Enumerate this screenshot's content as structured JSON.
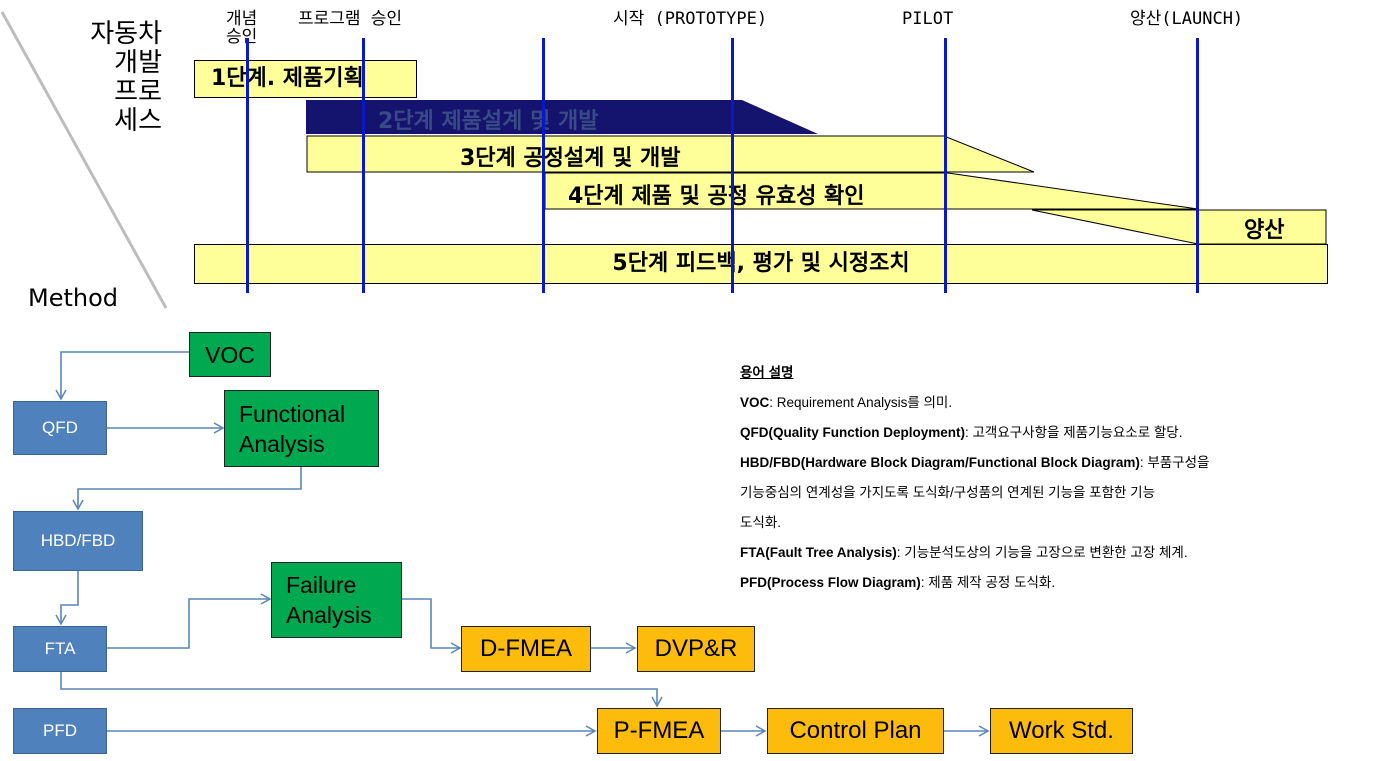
{
  "side_title": [
    "자동차",
    "개발",
    "프로",
    "세스"
  ],
  "milestones": {
    "concept": "개념\n승인",
    "program": "프로그램 승인",
    "prototype": "시작 (PROTOTYPE)",
    "pilot": "PILOT",
    "launch": "양산(LAUNCH)"
  },
  "phases": {
    "p1": "1단계. 제품기획",
    "p2": "2단계 제품설계 및 개발",
    "p3": "3단계 공정설계 및 개발",
    "p4": "4단계 제품 및 공정 유효성 확인",
    "p5": "5단계 피드백, 평가 및 시정조치",
    "mass": "양산"
  },
  "method_label": "Method",
  "flow": {
    "voc": "VOC",
    "qfd": "QFD",
    "functional": "Functional\nAnalysis",
    "hbd": "HBD/FBD",
    "failure": "Failure\nAnalysis",
    "fta": "FTA",
    "dfmea": "D-FMEA",
    "dvp": "DVP&R",
    "pfd": "PFD",
    "pfmea": "P-FMEA",
    "control": "Control Plan",
    "work": "Work Std."
  },
  "glossary": {
    "heading": "용어 설명",
    "voc_term": "VOC",
    "voc_desc": ": Requirement  Analysis를  의미.",
    "qfd_term": "QFD(Quality Function Deployment)",
    "qfd_desc": ": 고객요구사항을 제품기능요소로 할당.",
    "hbd_term": "HBD/FBD(Hardware Block Diagram/Functional Block Diagram)",
    "hbd_desc": ": 부품구성을",
    "hbd_desc2": "기능중심의 연계성을 가지도록 도식화/구성품의 연계된 기능을 포함한 기능",
    "hbd_desc3": "도식화.",
    "fta_term": "FTA(Fault Tree Analysis)",
    "fta_desc": ": 기능분석도상의 기능을 고장으로 변환한 고장 체계.",
    "pfd_term": "PFD(Process Flow Diagram)",
    "pfd_desc": ": 제품 제작 공정 도식화."
  },
  "colors": {
    "phase_fill": "#ffff99",
    "phase2_fill": "#14146e",
    "milestone_line": "#0a19c8",
    "blue_box": "#4f81bd",
    "green_box": "#00a850",
    "orange_box": "#fdbb0c",
    "arrow": "#5a86b8"
  }
}
